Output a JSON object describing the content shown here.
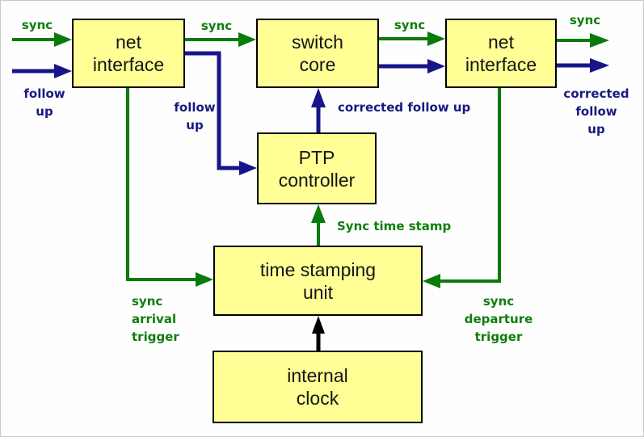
{
  "diagram": {
    "nodes": {
      "net_interface_left": {
        "label": "net\ninterface"
      },
      "switch_core": {
        "label": "switch\ncore"
      },
      "net_interface_right": {
        "label": "net\ninterface"
      },
      "ptp_controller": {
        "label": "PTP\ncontroller"
      },
      "time_stamping_unit": {
        "label": "time stamping\nunit"
      },
      "internal_clock": {
        "label": "internal\nclock"
      }
    },
    "labels": {
      "sync_in": "sync",
      "follow_up_in": "follow\nup",
      "sync_left_to_core": "sync",
      "follow_up_internal": "follow\nup",
      "sync_core_to_right": "sync",
      "corrected_follow_up_internal": "corrected follow up",
      "sync_time_stamp": "Sync time stamp",
      "sync_arrival_trigger": "sync\narrival\ntrigger",
      "sync_departure_trigger": "sync\ndeparture\ntrigger",
      "sync_out": "sync",
      "corrected_follow_up_out": "corrected\nfollow\nup"
    },
    "edges": [
      {
        "from": "external-left",
        "to": "net_interface_left",
        "label": "sync",
        "color": "green"
      },
      {
        "from": "external-left",
        "to": "net_interface_left",
        "label": "follow up",
        "color": "navy"
      },
      {
        "from": "net_interface_left",
        "to": "switch_core",
        "label": "sync",
        "color": "green"
      },
      {
        "from": "net_interface_left",
        "to": "ptp_controller",
        "label": "follow up",
        "color": "navy"
      },
      {
        "from": "net_interface_left",
        "to": "time_stamping_unit",
        "label": "sync arrival trigger",
        "color": "green"
      },
      {
        "from": "switch_core",
        "to": "net_interface_right",
        "label": "sync",
        "color": "green"
      },
      {
        "from": "switch_core",
        "to": "net_interface_right",
        "label": "",
        "color": "navy"
      },
      {
        "from": "ptp_controller",
        "to": "switch_core",
        "label": "corrected follow up",
        "color": "navy"
      },
      {
        "from": "time_stamping_unit",
        "to": "ptp_controller",
        "label": "Sync time stamp",
        "color": "green"
      },
      {
        "from": "net_interface_right",
        "to": "time_stamping_unit",
        "label": "sync departure trigger",
        "color": "green"
      },
      {
        "from": "internal_clock",
        "to": "time_stamping_unit",
        "label": "",
        "color": "black"
      },
      {
        "from": "net_interface_right",
        "to": "external-right",
        "label": "sync",
        "color": "green"
      },
      {
        "from": "net_interface_right",
        "to": "external-right",
        "label": "corrected follow up",
        "color": "navy"
      }
    ],
    "colors": {
      "box_fill": "#ffff96",
      "box_border": "#000000",
      "green": "#0e7e0e",
      "navy": "#1a1a80",
      "black": "#000000",
      "background": "#fefefe"
    }
  }
}
